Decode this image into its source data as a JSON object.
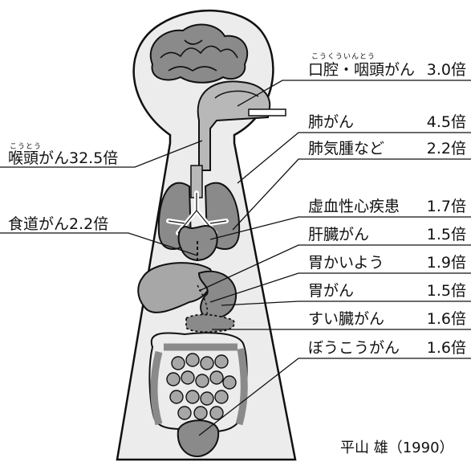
{
  "left_labels": {
    "larynx": {
      "ruby": "こうとう",
      "text": "喉頭がん32.5倍"
    },
    "esophagus": {
      "text": "食道がん2.2倍"
    }
  },
  "right_labels": [
    {
      "text": "口腔・咽頭がん",
      "value": "3.0倍",
      "ruby1": "こうくう",
      "ruby2": "いんとう"
    },
    {
      "text": "肺がん",
      "value": "4.5倍"
    },
    {
      "text": "肺気腫など",
      "value": "2.2倍"
    },
    {
      "text": "虚血性心疾患",
      "value": "1.7倍"
    },
    {
      "text": "肝臓がん",
      "value": "1.5倍"
    },
    {
      "text": "胃かいよう",
      "value": "1.9倍"
    },
    {
      "text": "胃がん",
      "value": "1.5倍"
    },
    {
      "text": "すい臓がん",
      "value": "1.6倍"
    },
    {
      "text": "ぼうこうがん",
      "value": "1.6倍"
    }
  ],
  "source": "平山 雄（1990）",
  "colors": {
    "silhouette": "#ececec",
    "organ": "#8a8a8a",
    "organ_light": "#a7a7a7",
    "line": "#111111"
  }
}
